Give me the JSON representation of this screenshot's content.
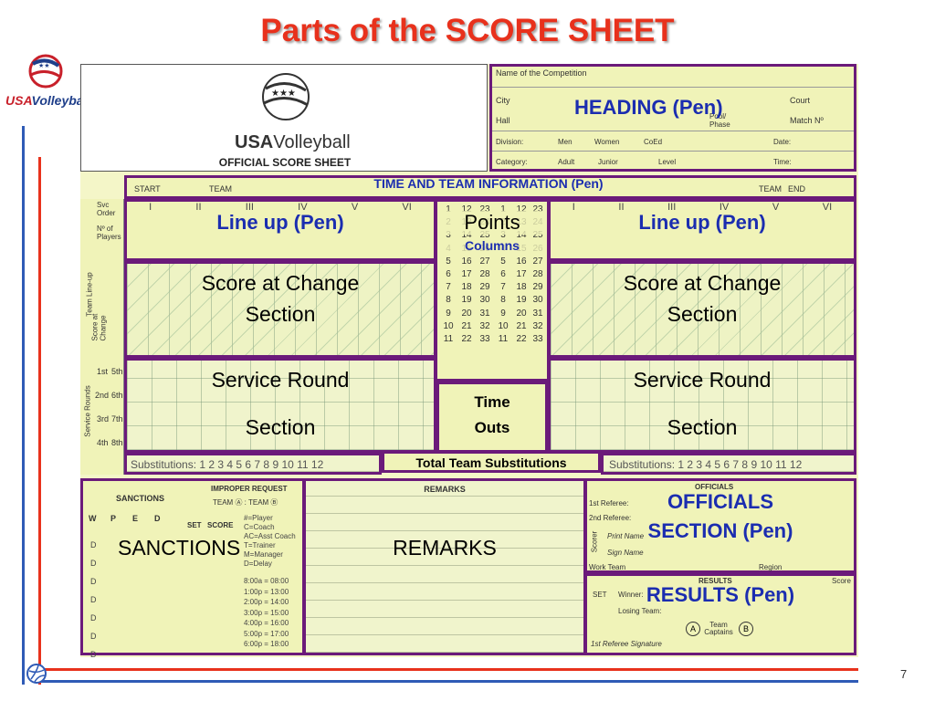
{
  "slide": {
    "title": "Parts of the SCORE SHEET",
    "page_number": "7"
  },
  "logo": {
    "usa": "USA",
    "volleyball": "Volleyball"
  },
  "sheet_header": {
    "brand_usa": "USA",
    "brand_volleyball": "Volleyball",
    "official_title": "OFFICIAL SCORE SHEET"
  },
  "heading_form": {
    "name_of_competition": "Name of the Competition",
    "city": "City",
    "hall": "Hall",
    "court": "Court",
    "pool_phase": "Pool/ Phase",
    "match_no": "Match Nº",
    "division": "Division:",
    "men": "Men",
    "women": "Women",
    "coed": "CoEd",
    "date": "Date:",
    "category": "Category:",
    "adult": "Adult",
    "junior": "Junior",
    "level": "Level",
    "time": "Time:"
  },
  "team_bar": {
    "start": "START",
    "team": "TEAM",
    "team_right": "TEAM",
    "end": "END"
  },
  "left_column_labels": {
    "svc_order": "Svc Order",
    "no_of_players": "Nº of Players",
    "team_lineup": "Team Line-up",
    "score_at_change": "Score at Change",
    "service_rounds": "Service Rounds",
    "round_1": "1st",
    "round_2": "2nd",
    "round_3": "3rd",
    "round_4": "4th",
    "round_5": "5th",
    "round_6": "6th",
    "round_7": "7th",
    "round_8": "8th"
  },
  "roman_numerals": [
    "I",
    "II",
    "III",
    "IV",
    "V",
    "VI"
  ],
  "labels": {
    "heading": "HEADING (Pen)",
    "time_team_info": "TIME AND TEAM INFORMATION (Pen)",
    "lineup_left": "Line up (Pen)",
    "lineup_right": "Line up (Pen)",
    "points": "Points",
    "columns": "Columns",
    "score_change_left_1": "Score at Change",
    "score_change_left_2": "Section",
    "score_change_right_1": "Score at Change",
    "score_change_right_2": "Section",
    "service_round_left_1": "Service Round",
    "service_round_left_2": "Section",
    "service_round_right_1": "Service Round",
    "service_round_right_2": "Section",
    "time_outs_1": "Time",
    "time_outs_2": "Outs",
    "total_subs": "Total Team Substitutions",
    "officials_1": "OFFICIALS",
    "officials_2": "SECTION (Pen)",
    "results": "RESULTS (Pen)",
    "sanctions": "SANCTIONS",
    "remarks": "REMARKS"
  },
  "points_columns": {
    "col_a": [
      "1",
      "2",
      "3",
      "4",
      "5",
      "6",
      "7",
      "8",
      "9",
      "10",
      "11"
    ],
    "col_b": [
      "12",
      "13",
      "14",
      "15",
      "16",
      "17",
      "18",
      "19",
      "20",
      "21",
      "22"
    ],
    "col_c": [
      "23",
      "24",
      "25",
      "26",
      "27",
      "28",
      "29",
      "30",
      "31",
      "32",
      "33"
    ]
  },
  "substitutions": {
    "left": "Substitutions: 1 2 3 4 5 6 7 8 9 10 11 12",
    "right": "Substitutions: 1 2 3 4 5 6 7 8 9 10 11 12"
  },
  "sanctions_form": {
    "header": "SANCTIONS",
    "improper_request": "IMPROPER REQUEST",
    "team_a_team_b": "TEAM Ⓐ : TEAM Ⓑ",
    "cols": [
      "W",
      "P",
      "E",
      "D"
    ],
    "set": "SET",
    "score": "SCORE",
    "rows": [
      "D",
      "D",
      "D",
      "D",
      "D",
      "D",
      "D"
    ],
    "legend": [
      "#=Player",
      "C=Coach",
      "AC=Asst Coach",
      "T=Trainer",
      "M=Manager",
      "D=Delay"
    ],
    "times": [
      "8:00a = 08:00",
      "1:00p = 13:00",
      "2:00p = 14:00",
      "3:00p = 15:00",
      "4:00p = 16:00",
      "5:00p = 17:00",
      "6:00p = 18:00"
    ]
  },
  "remarks_form": {
    "header": "REMARKS"
  },
  "officials_form": {
    "header": "OFFICIALS",
    "first_referee": "1st Referee:",
    "second_referee": "2nd Referee:",
    "scorer": "Scorer",
    "print_name": "Print Name",
    "sign_name": "Sign Name",
    "work_team": "Work Team",
    "region": "Region"
  },
  "results_form": {
    "header": "RESULTS",
    "score": "Score",
    "set": "SET",
    "winner": "Winner:",
    "losing_team": "Losing Team:",
    "team_captains": "Team Captains",
    "a": "A",
    "b": "B",
    "first_ref_sig": "1st Referee Signature"
  },
  "colors": {
    "title_red": "#e8311c",
    "box_purple": "#6b1a7a",
    "label_blue": "#1b2db0",
    "sheet_yellow": "#f0f3b8",
    "line_blue": "#2f5bb6",
    "line_red": "#e8321c"
  }
}
